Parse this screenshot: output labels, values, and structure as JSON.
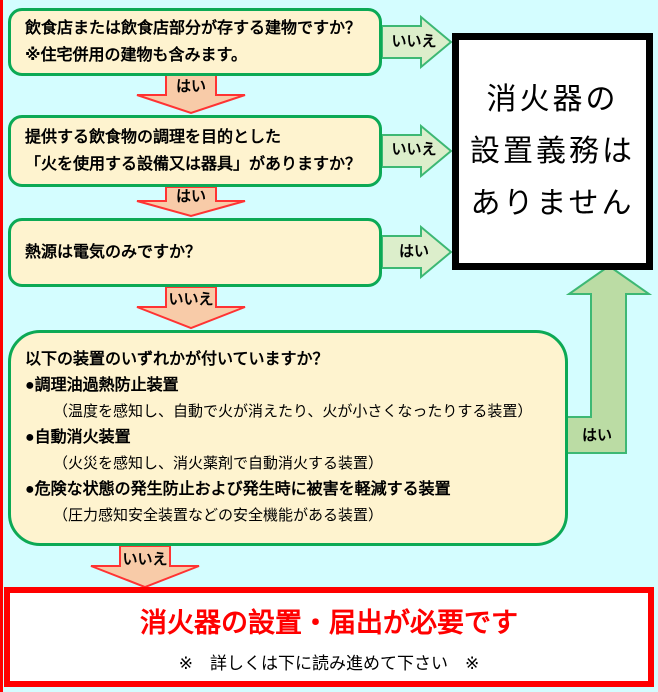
{
  "page_title": "消火器設置義務フローチャート",
  "colors": {
    "background": "#D4FDFF",
    "box_fill": "#FEF3CF",
    "box_border_green": "#0CA955",
    "arrow_green_fill": "#DCEECB",
    "arrow_big_green_fill": "#BBDCA4",
    "arrow_green_stroke": "#3DB874",
    "arrow_red_fill": "#F8CBA8",
    "arrow_red_stroke": "#FF3333",
    "required_red": "#FF0000",
    "result_border_black": "#000000"
  },
  "flow": {
    "q1": {
      "line1": "飲食店または飲食店部分が存する建物ですか？",
      "line2": "※住宅併用の建物も含みます。"
    },
    "q2": {
      "line1": "提供する飲食物の調理を目的とした",
      "line2": "「火を使用する設備又は器具」がありますか？"
    },
    "q3": {
      "line1": "熱源は電気のみですか？"
    },
    "q4": {
      "title": "以下の装置のいずれかが付いていますか？",
      "items": [
        {
          "heading": "●調理油過熱防止装置",
          "detail": "（温度を感知し、自動で火が消えたり、火が小さくなったりする装置）"
        },
        {
          "heading": "●自動消火装置",
          "detail": "（火災を感知し、消火薬剤で自動消火する装置）"
        },
        {
          "heading": "●危険な状態の発生防止および発生時に被害を軽減する装置",
          "detail": "（圧力感知安全装置などの安全機能がある装置）"
        }
      ]
    },
    "labels": {
      "yes": "はい",
      "no": "いいえ"
    },
    "no_obligation": {
      "line1": "消火器の",
      "line2": "設置義務は",
      "line3": "ありません"
    },
    "required": {
      "title": "消火器の設置・届出が必要です",
      "note": "※　詳しくは下に読み進めて下さい　※"
    }
  }
}
